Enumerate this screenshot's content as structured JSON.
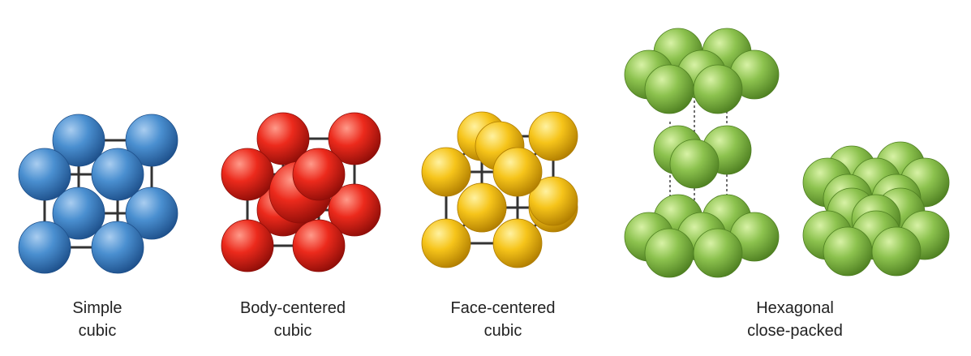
{
  "structures": [
    {
      "id": "simple-cubic",
      "label_line1": "Simple",
      "label_line2": "cubic",
      "color": "blue"
    },
    {
      "id": "body-centered-cubic",
      "label_line1": "Body-centered",
      "label_line2": "cubic",
      "color": "red"
    },
    {
      "id": "face-centered-cubic",
      "label_line1": "Face-centered",
      "label_line2": "cubic",
      "color": "yellow"
    },
    {
      "id": "hexagonal-close-packed",
      "label_line1": "Hexagonal",
      "label_line2": "close-packed",
      "color": "green"
    }
  ],
  "colors": {
    "blue": {
      "light": "#a9cdf0",
      "mid": "#4a8fd0",
      "dark": "#1d4f8a"
    },
    "red": {
      "light": "#ff9a8a",
      "mid": "#ec2a1c",
      "dark": "#8e0d08"
    },
    "yellow": {
      "light": "#fff2a0",
      "mid": "#f6c41a",
      "dark": "#b07d00"
    },
    "green": {
      "light": "#d8f2a6",
      "mid": "#8cc24e",
      "dark": "#4e7f21"
    },
    "bond": "#333333"
  }
}
